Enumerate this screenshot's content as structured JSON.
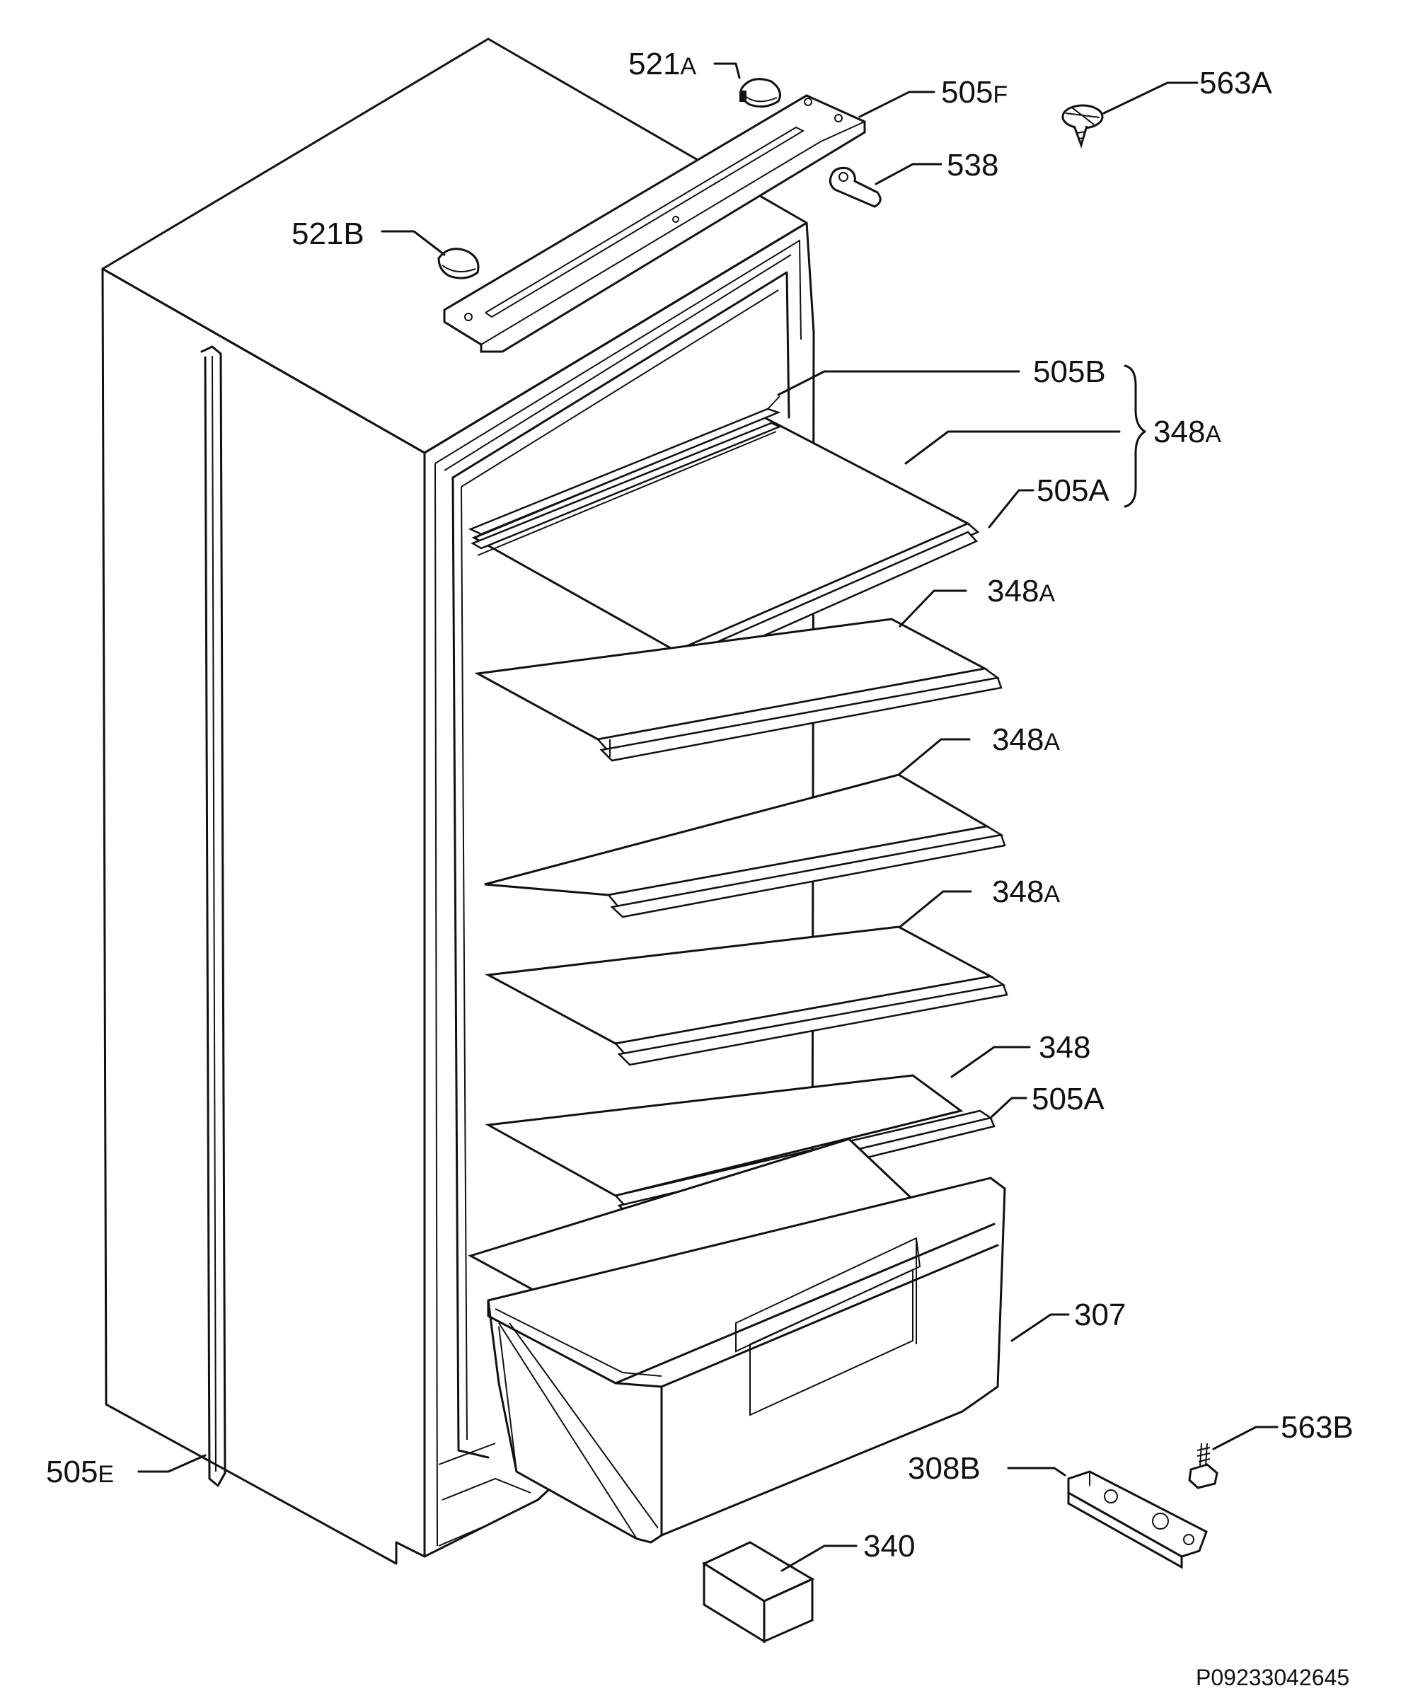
{
  "labels": {
    "p521a_num": "521",
    "p521a_suf": "A",
    "p505f_num": "505",
    "p505f_suf": "F",
    "p563a": "563A",
    "p538": "538",
    "p521b_num": "521",
    "p521b_suf": "B",
    "p505b": "505B",
    "p348a_group_num": "348",
    "p348a_group_suf": "A",
    "p505a_top": "505A",
    "p348a_1_num": "348",
    "p348a_1_suf": "A",
    "p348a_2_num": "348",
    "p348a_2_suf": "A",
    "p348a_3_num": "348",
    "p348a_3_suf": "A",
    "p348": "348",
    "p505a_bottom": "505A",
    "p307": "307",
    "p563b": "563B",
    "p505e_num": "505",
    "p505e_suf": "E",
    "p308b": "308B",
    "p340": "340"
  },
  "drawing_code": "P09233042645"
}
